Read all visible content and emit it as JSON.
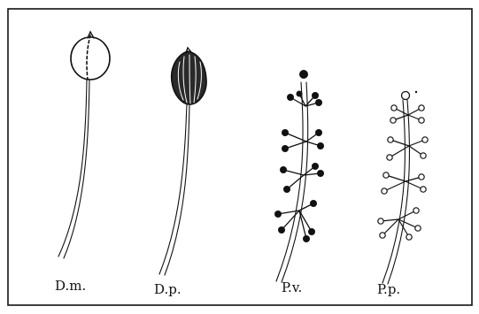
{
  "figure": {
    "specimens": [
      {
        "label": "D.m."
      },
      {
        "label": "D.p."
      },
      {
        "label": "P.v."
      },
      {
        "label": "P.p."
      }
    ]
  }
}
